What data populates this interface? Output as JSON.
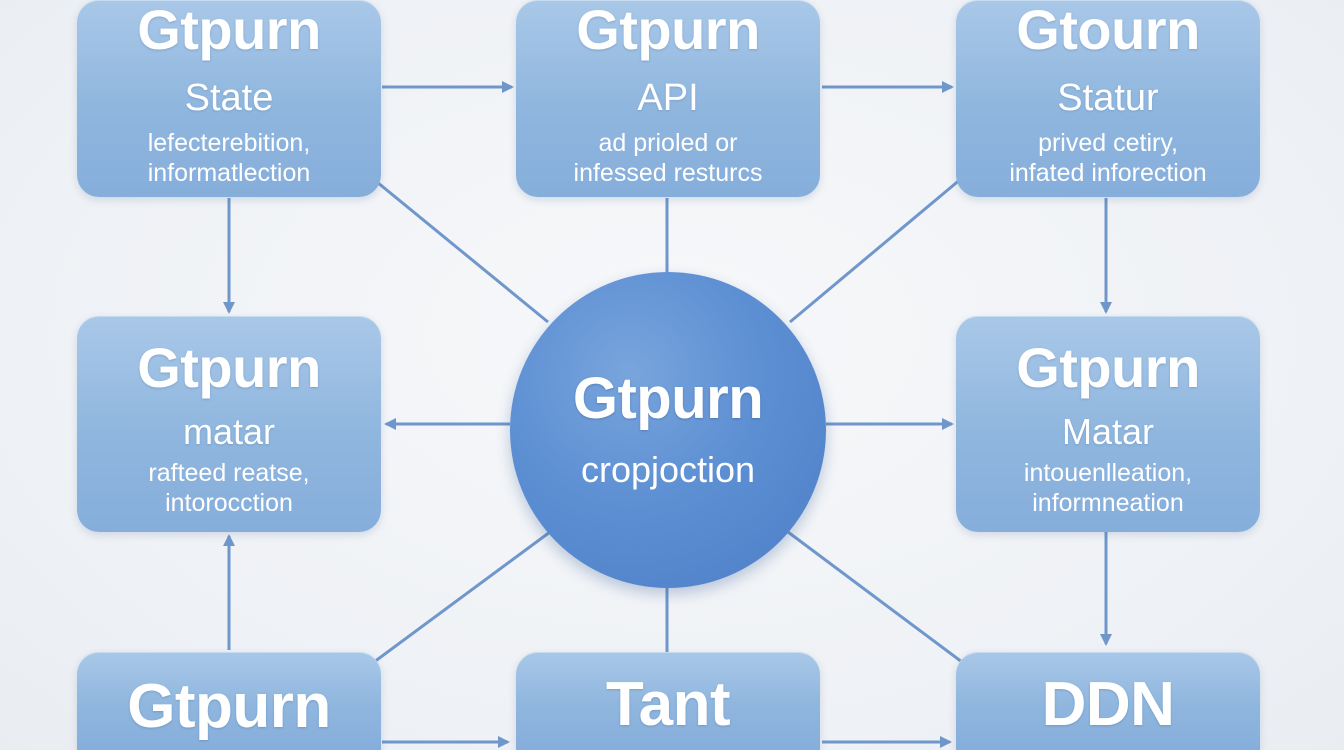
{
  "colors": {
    "node_fill": "#8fb6de",
    "hub_fill": "#5d8fd3",
    "connector": "#6f97cc",
    "background": "#f1f3f6"
  },
  "hub": {
    "title": "Gtpurn",
    "subtitle": "cropjoction"
  },
  "nodes": {
    "top_left": {
      "title": "Gtpurn",
      "subtitle": "State",
      "desc_line1": "lefecterebition,",
      "desc_line2": "informatlection"
    },
    "top_center": {
      "title": "Gtpurn",
      "subtitle": "API",
      "desc_line1": "ad prioled or",
      "desc_line2": "infessed resturcs"
    },
    "top_right": {
      "title": "Gtourn",
      "subtitle": "Statur",
      "desc_line1": "prived cetiry,",
      "desc_line2": "infated inforection"
    },
    "middle_left": {
      "title": "Gtpurn",
      "subtitle": "matar",
      "desc_line1": "rafteed reatse,",
      "desc_line2": "intorocction"
    },
    "middle_right": {
      "title": "Gtpurn",
      "subtitle": "Matar",
      "desc_line1": "intouenlleation,",
      "desc_line2": "informneation"
    },
    "bottom_left": {
      "title": "Gtpurn"
    },
    "bottom_center": {
      "title": "Tant"
    },
    "bottom_right": {
      "title": "DDN"
    }
  }
}
